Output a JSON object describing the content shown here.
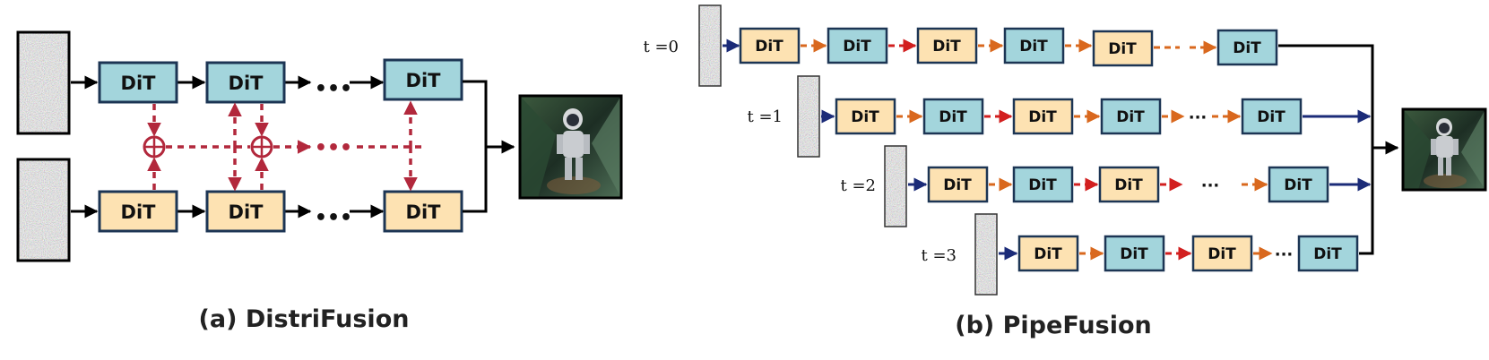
{
  "distrifusion": {
    "caption": "(a) DistriFusion",
    "block_label": "DiT",
    "ellipsis": "•••"
  },
  "pipefusion": {
    "caption": "(b) PipeFusion",
    "block_label": "DiT",
    "ellipsis": "···",
    "timesteps": [
      "t =0",
      "t =1",
      "t =2",
      "t =3"
    ]
  },
  "colors": {
    "teal_block": "#a3d5dc",
    "peach_block": "#fde2b2",
    "block_border": "#1c3554",
    "dashed_red": "#b2283c",
    "arrow_red": "#d21f1f",
    "arrow_orange": "#d9681e",
    "arrow_navy": "#1b2b78",
    "noise": "#7b7b7b"
  }
}
